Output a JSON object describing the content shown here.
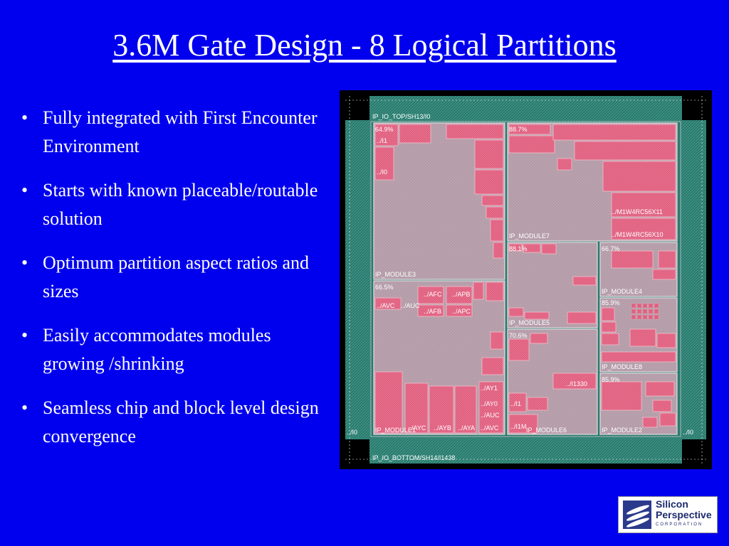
{
  "slide": {
    "title": "3.6M Gate Design - 8 Logical Partitions",
    "bullets": [
      "Fully integrated with First Encounter Environment",
      "Starts with known placeable/routable solution",
      "Optimum partition aspect ratios and sizes",
      "Easily accommodates modules growing /shrinking",
      "Seamless chip and block level design convergence"
    ]
  },
  "colors": {
    "background": "#0000ee",
    "die_border": "#000000",
    "io_ring": "#2a7a6e",
    "partition_fill": "#b29aa6",
    "macro_fill": "#e06080"
  },
  "floorplan": {
    "io_top": "IP_IO_TOP/SH13/I0",
    "io_bottom": "IP_IO_BOTTOM/SH14/I1438",
    "io_left": "../I0",
    "io_right": "../I0",
    "partitions": [
      {
        "name": "IP_MODULE3",
        "util": "64.9%",
        "labels": [
          "../I1",
          "../I0"
        ]
      },
      {
        "name": "IP_MODULE7",
        "util": "88.7%",
        "labels": [
          "../M1W4RC56X11",
          "../M1W4RC56X10"
        ]
      },
      {
        "name": "IP_MODULE5",
        "util": "88.1%",
        "labels": []
      },
      {
        "name": "IP_MODULE4",
        "util": "66.7%",
        "labels": []
      },
      {
        "name": "IP_MODULE8",
        "util": "85.9%",
        "labels": []
      },
      {
        "name": "IP_MODULE2",
        "util": "85.9%",
        "labels": []
      },
      {
        "name": "IP_MODULE6",
        "util": "70.6%",
        "labels": [
          "../I1330",
          "../I1",
          "../I1M"
        ]
      },
      {
        "name": "IP_MODULE1",
        "util": "66.5%",
        "labels": [
          "../AFC",
          "../APB",
          "../AVC",
          "../AUC",
          "../AFB",
          "../APC",
          "../AY1",
          "../AY0",
          "../AUC",
          "../AYC",
          "../AYB",
          "../AYA",
          "../AVC"
        ]
      }
    ]
  }
}
